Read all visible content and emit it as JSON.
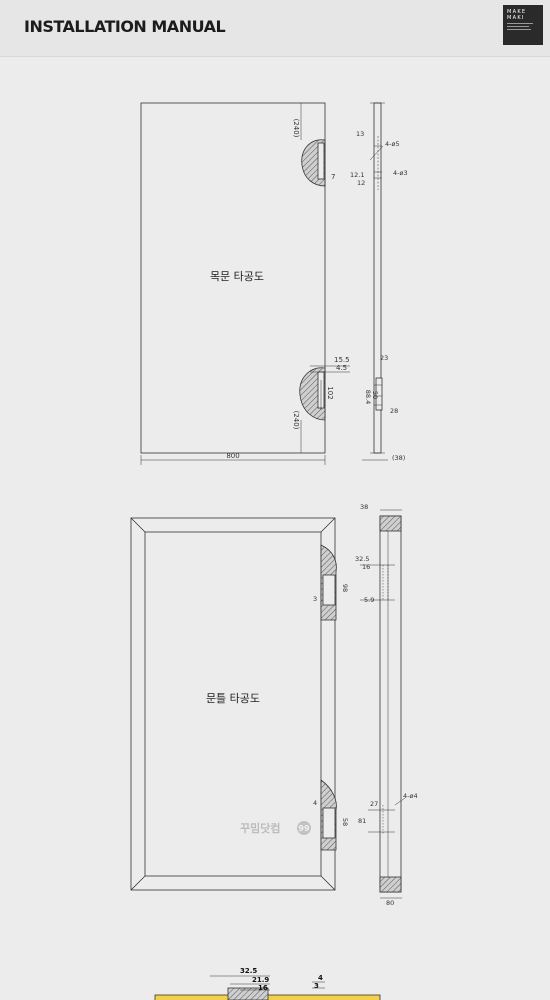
{
  "header": {
    "title": "INSTALLATION MANUAL",
    "logo_line1": "MAKE",
    "logo_line2": "MAKI"
  },
  "top_drawing": {
    "label": "목문 타공도",
    "dims": {
      "top_240": "(240)",
      "bottom_240": "(240)",
      "width_800": "800",
      "d7": "7",
      "d102": "102",
      "d15_5": "15.5",
      "d4_5": "4.5",
      "d13": "13",
      "d12_1": "12.1",
      "d12": "12",
      "hole_5": "4-ø5",
      "hole_3": "4-ø3",
      "d23": "23",
      "d28": "28",
      "d88_4": "88.4",
      "d50": "50",
      "thick_38": "(38)"
    }
  },
  "bottom_drawing": {
    "label": "문틀 타공도",
    "dims": {
      "d38": "38",
      "d32_5": "32.5",
      "d16": "16",
      "d5_9": "5.9",
      "d3": "3",
      "d98": "98",
      "d4": "4",
      "d58": "58",
      "d27": "27",
      "d81": "81",
      "hole_4": "4-ø4",
      "d80": "80"
    },
    "watermark": "꾸밈닷컴",
    "watermark_badge": "99"
  },
  "partial_drawing": {
    "dims": {
      "d32_5": "32.5",
      "d21_9": "21.9",
      "d16": "16",
      "d4": "4",
      "d3": "3"
    }
  }
}
